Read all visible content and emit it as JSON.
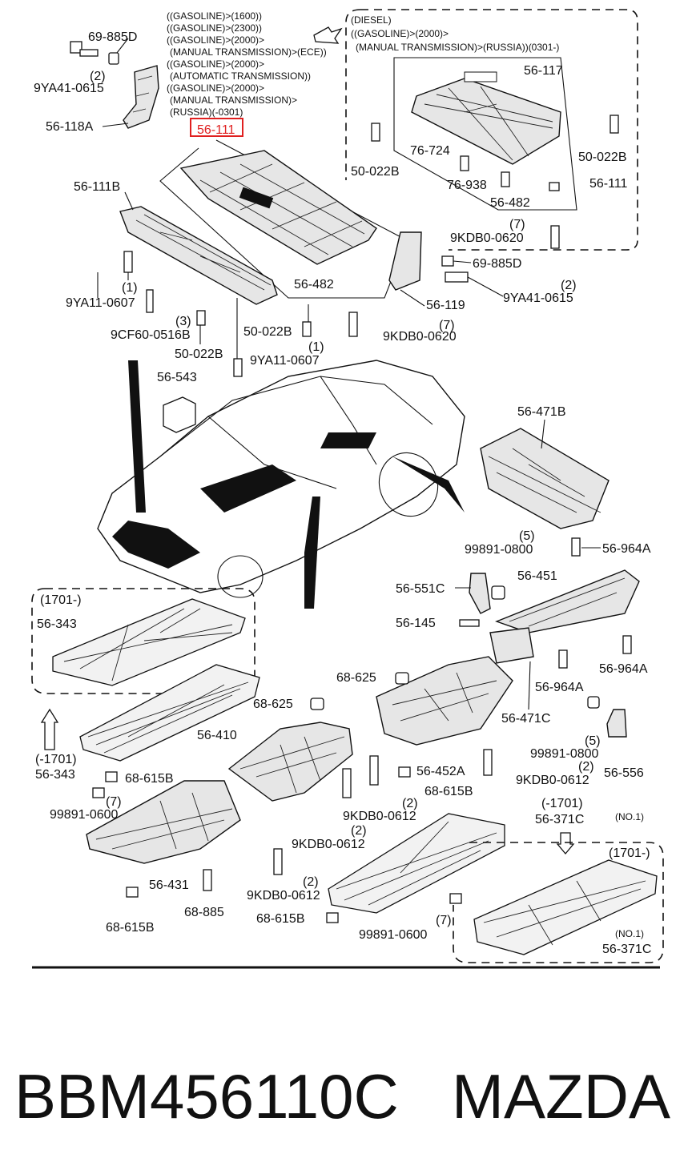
{
  "diagram": {
    "highlight_part": "56-111",
    "highlight_color": "#e02020",
    "top_notes": [
      "((GASOLINE)>(1600))",
      "((GASOLINE)>(2300))",
      "((GASOLINE)>(2000)>",
      "(MANUAL TRANSMISSION)>(ECE))",
      "((GASOLINE)>(2000)>",
      "(AUTOMATIC TRANSMISSION))",
      "((GASOLINE)>(2000)>",
      "(MANUAL TRANSMISSION)>",
      "(RUSSIA)(-0301)"
    ],
    "diesel_notes": [
      "(DIESEL)",
      "((GASOLINE)>(2000)>",
      "(MANUAL TRANSMISSION)>(RUSSIA))(0301-)"
    ],
    "labels": {
      "l_69885D_a": "69-885D",
      "l_q2_a": "(2)",
      "l_9YA41_a": "9YA41-0615",
      "l_56118A": "56-118A",
      "l_56111B": "56-111B",
      "l_q1_a": "(1)",
      "l_9YA11_a": "9YA11-0607",
      "l_q3": "(3)",
      "l_9CF60": "9CF60-0516B",
      "l_50022B_a": "50-022B",
      "l_9YA11_b": "9YA11-0607",
      "l_q1_b": "(1)",
      "l_50022B_b": "50-022B",
      "l_56482_a": "56-482",
      "l_9KDB0_a": "9KDB0-0620",
      "l_q7_a": "(7)",
      "l_56117": "56-117",
      "l_76724": "76-724",
      "l_50022B_c": "50-022B",
      "l_76938": "76-938",
      "l_56482_b": "56-482",
      "l_56111_b": "56-111",
      "l_50022B_d": "50-022B",
      "l_q7_b": "(7)",
      "l_9KDB0_b": "9KDB0-0620",
      "l_69885D_b": "69-885D",
      "l_56119": "56-119",
      "l_q2_b": "(2)",
      "l_9YA41_b": "9YA41-0615",
      "l_56543": "56-543",
      "l_56471B": "56-471B",
      "l_q5_a": "(5)",
      "l_99891_0800_a": "99891-0800",
      "l_56964A_a": "56-964A",
      "l_1701_a": "(1701-)",
      "l_56343_a": "56-343",
      "l_56551C": "56-551C",
      "l_56451": "56-451",
      "l_56145": "56-145",
      "l_56964A_b": "56-964A",
      "l_56964A_c": "56-964A",
      "l_68625_a": "68-625",
      "l_56471C": "56-471C",
      "l_68625_b": "68-625",
      "l_56410": "56-410",
      "l_1701_b": "(-1701)",
      "l_56343_b": "56-343",
      "l_68615B_a": "68-615B",
      "l_q7_c": "(7)",
      "l_99891_0600_a": "99891-0600",
      "l_56452A": "56-452A",
      "l_q2_c": "(2)",
      "l_9KDB0_0612_a": "9KDB0-0612",
      "l_68615B_b": "68-615B",
      "l_q5_b": "(5)",
      "l_99891_0800_b": "99891-0800",
      "l_56556": "56-556",
      "l_q2_d": "(2)",
      "l_9KDB0_0612_b": "9KDB0-0612",
      "l_q2_e": "(2)",
      "l_9KDB0_0612_c": "9KDB0-0612",
      "l_1701_c": "(-1701)",
      "l_56371C_a": "56-371C",
      "l_no1_a": "(NO.1)",
      "l_56431": "56-431",
      "l_68885": "68-885",
      "l_68615B_c": "68-615B",
      "l_q2_f": "(2)",
      "l_9KDB0_0612_d": "9KDB0-0612",
      "l_68615B_d": "68-615B",
      "l_q7_d": "(7)",
      "l_99891_0600_b": "99891-0600",
      "l_1701_d": "(1701-)",
      "l_no1_b": "(NO.1)",
      "l_56371C_b": "56-371C"
    }
  },
  "footer": {
    "part_number": "BBM456110C",
    "brand": "MAZDA"
  }
}
